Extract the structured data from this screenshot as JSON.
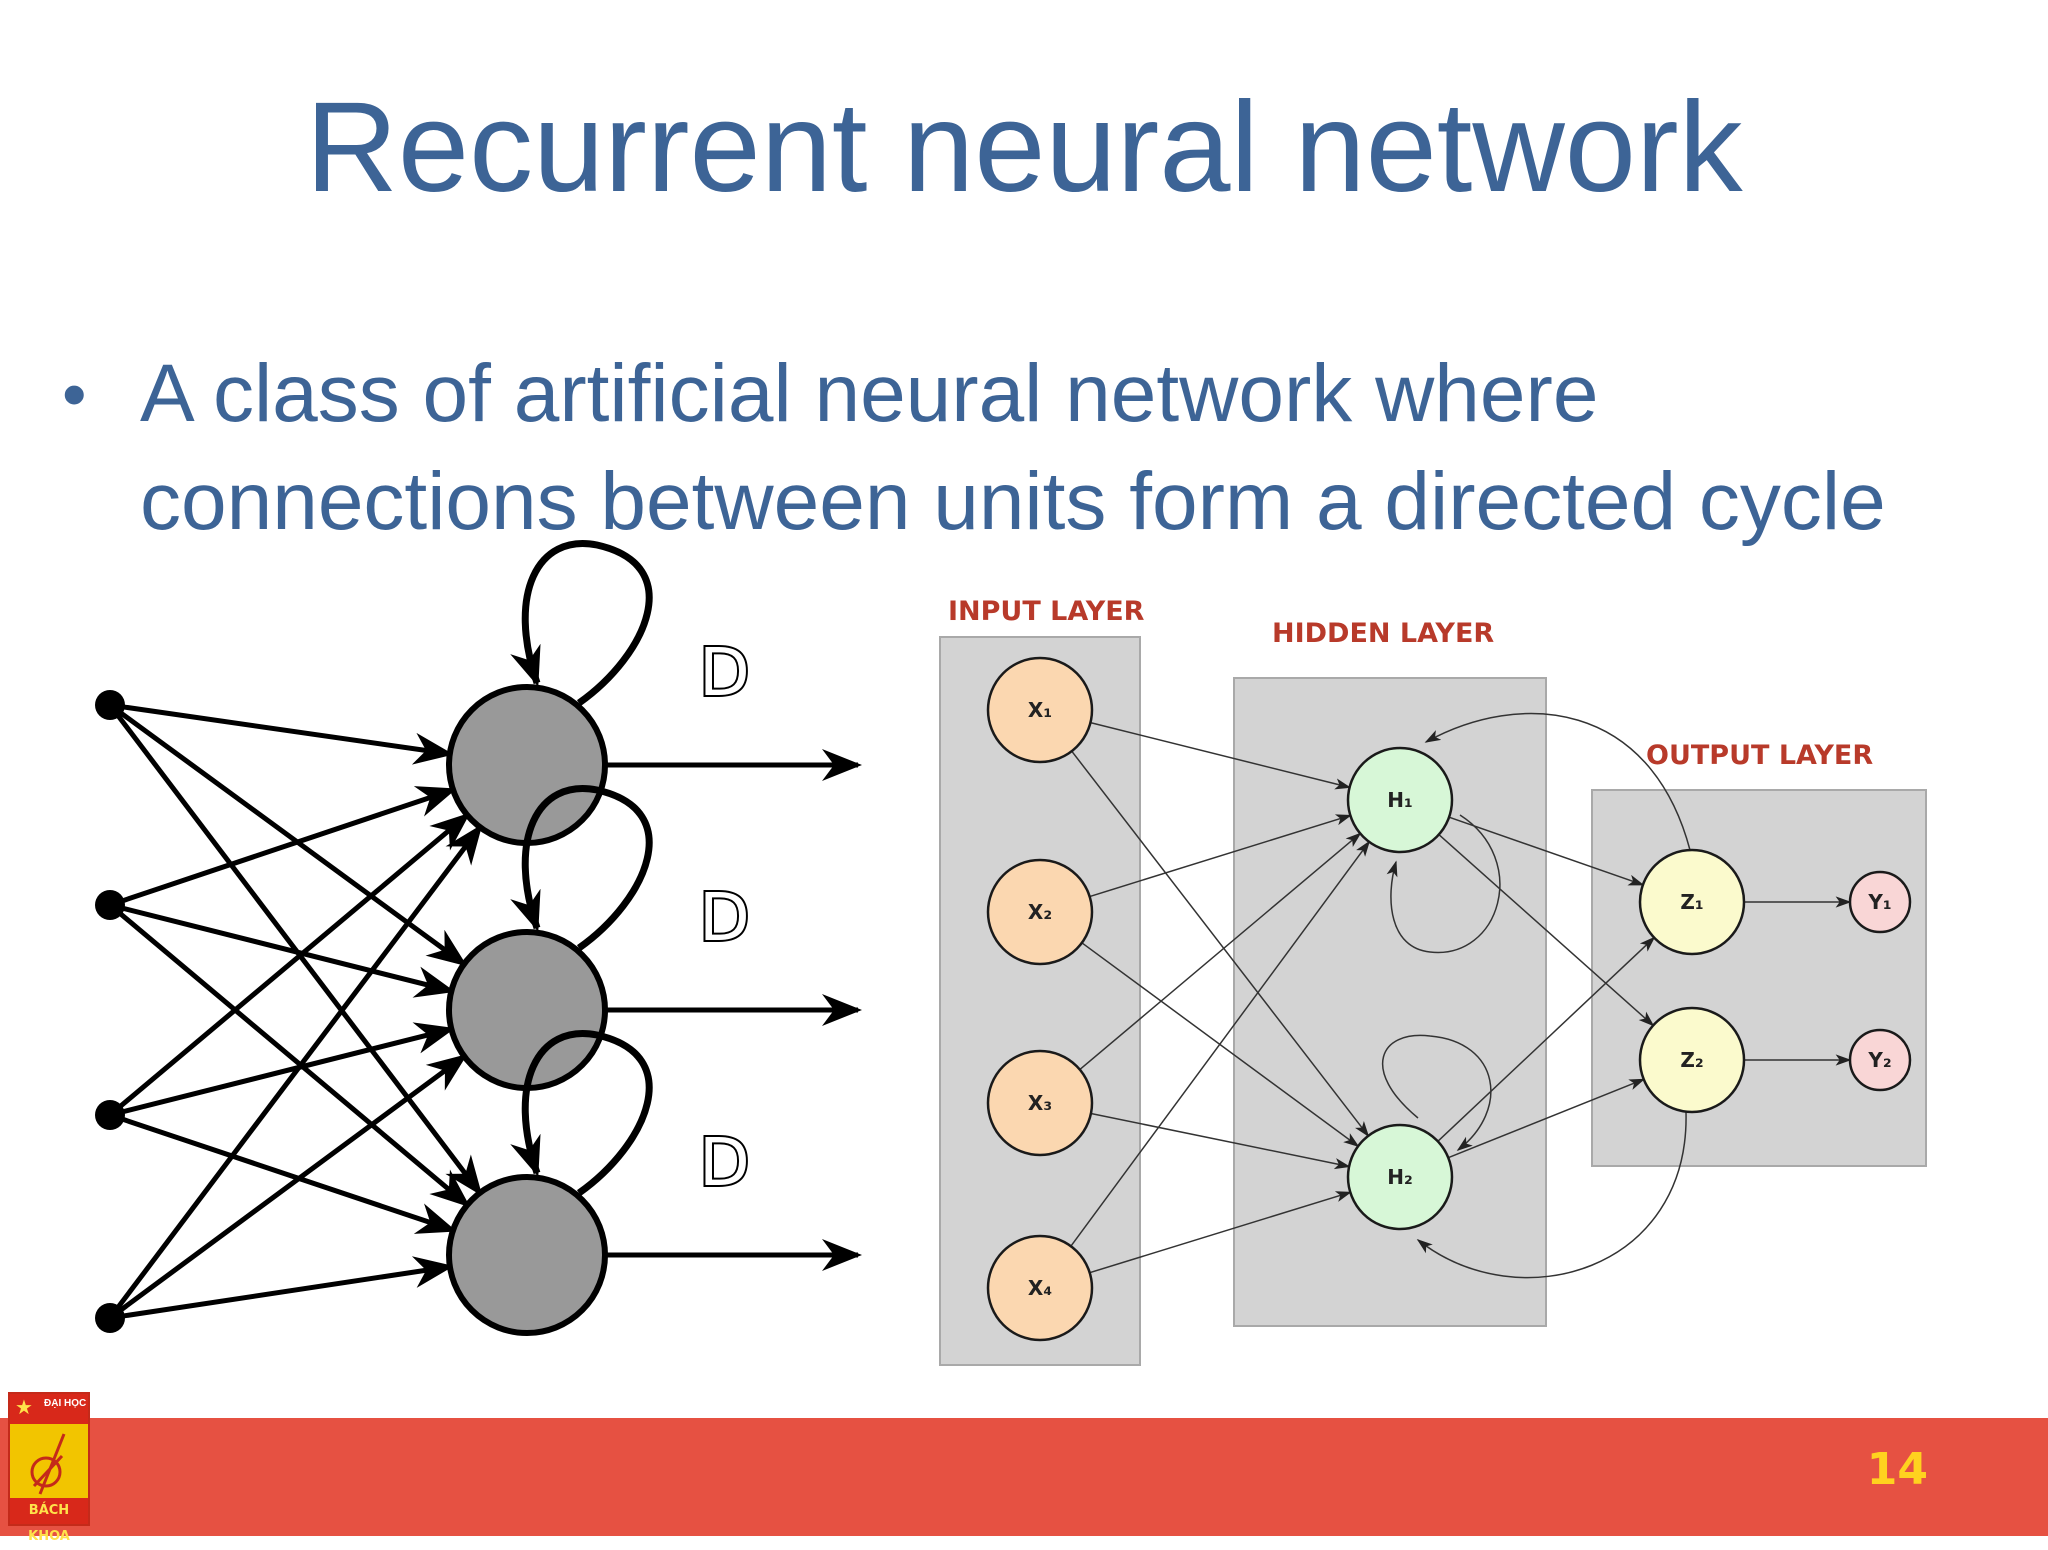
{
  "slide": {
    "title": "Recurrent neural network",
    "bullet": "A class of artificial neural network where connections between units form a directed cycle",
    "page_number": "14"
  },
  "left_diagram": {
    "delay_label": "D"
  },
  "right_diagram": {
    "input_layer_label": "INPUT LAYER",
    "hidden_layer_label": "HIDDEN LAYER",
    "output_layer_label": "OUTPUT LAYER",
    "input_nodes": [
      "X₁",
      "X₂",
      "X₃",
      "X₄"
    ],
    "hidden_nodes": [
      "H₁",
      "H₂"
    ],
    "output_nodes": [
      "Z₁",
      "Z₂"
    ],
    "final_nodes": [
      "Y₁",
      "Y₂"
    ]
  },
  "logo": {
    "top_text": "ĐẠI HỌC",
    "bottom_text": "BÁCH KHOA"
  },
  "colors": {
    "title": "#3d6496",
    "footer": "#e65142",
    "page_number": "#ffd21f",
    "layer_label": "#b83a2a",
    "input_node": "#fbd7b0",
    "hidden_node": "#d7f7d7",
    "output_node": "#fbfacd",
    "final_node": "#f9d6d6"
  }
}
